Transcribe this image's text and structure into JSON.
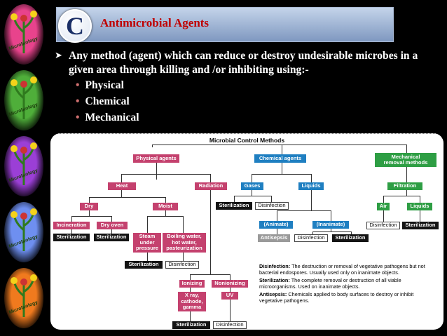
{
  "slide": {
    "title_badge": "C",
    "title": "Antimicrobial Agents",
    "intro": "Any method (agent) which can reduce or destroy undesirable microbes in a given area through killing and /or inhibiting using:-",
    "methods": [
      "Physical",
      "Chemical",
      "Mechanical"
    ]
  },
  "sidebar": {
    "logo_text": "Microbiology",
    "logo_colors": [
      "#e8438c",
      "#4fae3a",
      "#9b3fd6",
      "#6e8ff0",
      "#f07a1e"
    ]
  },
  "diagram": {
    "title": "Microbial Control Methods",
    "nodes": {
      "physical": "Physical agents",
      "chemical": "Chemical agents",
      "mechanical": "Mechanical\nremoval methods",
      "heat": "Heat",
      "radiation": "Radiation",
      "gases": "Gases",
      "liquids": "Liquids",
      "filtration": "Filtration",
      "dry": "Dry",
      "moist": "Moist",
      "incineration": "Incineration",
      "dry_oven": "Dry oven",
      "steam": "Steam\nunder\npressure",
      "boiling": "Boiling water,\nhot water,\npasteurization",
      "ionizing": "Ionizing",
      "nonionizing": "Nonionizing",
      "xray": "X ray,\ncathode,\ngamma",
      "uv": "UV",
      "animate": "(Animate)",
      "inanimate": "(Inanimate)",
      "air": "Air",
      "filt_liquids": "Liquids",
      "sterilization": "Sterilization",
      "disinfection": "Disinfection",
      "antisepsis": "Antisepsis"
    },
    "definitions": [
      {
        "term": "Disinfection:",
        "text": "The destruction or removal of vegetative pathogens but not bacterial endospores. Usually used only on inanimate objects."
      },
      {
        "term": "Sterilization:",
        "text": "The complete removal or destruction of all viable microorganisms. Used on inanimate objects."
      },
      {
        "term": "Antisepsis:",
        "text": "Chemicals applied to body surfaces to destroy or inhibit vegetative pathogens."
      }
    ]
  }
}
